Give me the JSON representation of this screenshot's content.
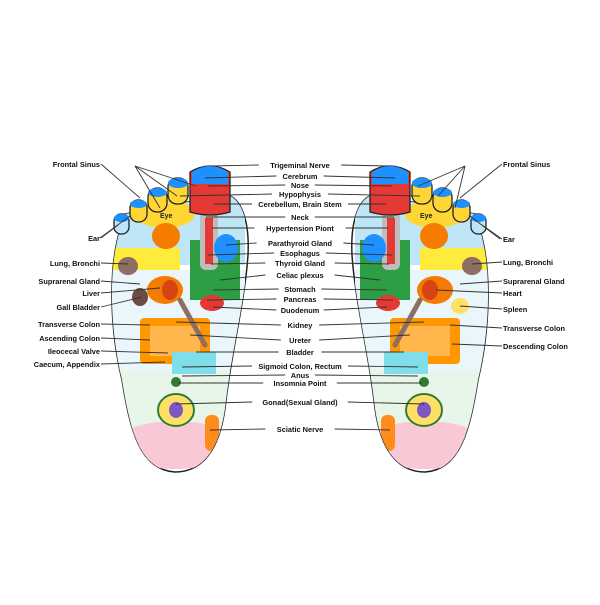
{
  "diagram": {
    "center_labels": [
      "Trigeminal Nerve",
      "Cerebrum",
      "Nose",
      "Hypophysis",
      "Cerebellum, Brain Stem",
      "Neck",
      "Hypertension Piont",
      "Parathyroid Gland",
      "Esophagus",
      "Thyroid Gland",
      "Celiac plexus",
      "Stomach",
      "Pancreas",
      "Duodenum",
      "Kidney",
      "Ureter",
      "Bladder",
      "Sigmoid Colon, Rectum",
      "Anus",
      "Insomnia Point",
      "Gonad(Sexual Gland)",
      "Sciatic Nerve"
    ],
    "left_labels": [
      "Frontal Sinus",
      "Ear",
      "Lung, Bronchi",
      "Suprarenal Gland",
      "Liver",
      "Gall Bladder",
      "Transverse Colon",
      "Ascending Colon",
      "Ileocecal Valve",
      "Caecum, Appendix"
    ],
    "right_labels": [
      "Frontal Sinus",
      "Ear",
      "Lung, Bronchi",
      "Suprarenal Gland",
      "Heart",
      "Spleen",
      "Transverse Colon",
      "Descending Colon"
    ],
    "eye_label": "Eye",
    "colors": {
      "outline": "#222222",
      "sinus_blue": "#1e90ff",
      "cerebrum_red": "#e53935",
      "eye_yellow": "#ffd633",
      "lung_yellow": "#ffeb3b",
      "stomach_green": "#2e9e44",
      "liver_orange": "#f57c00",
      "colon_orange": "#ff9800",
      "kidney_red": "#d84315",
      "light_blue": "#bfe6f7",
      "heel_pink": "#f8c8d4",
      "gonad_yellow": "#ffe066",
      "sciatic_orange": "#ff8c1a",
      "leader_line": "#333333"
    }
  }
}
